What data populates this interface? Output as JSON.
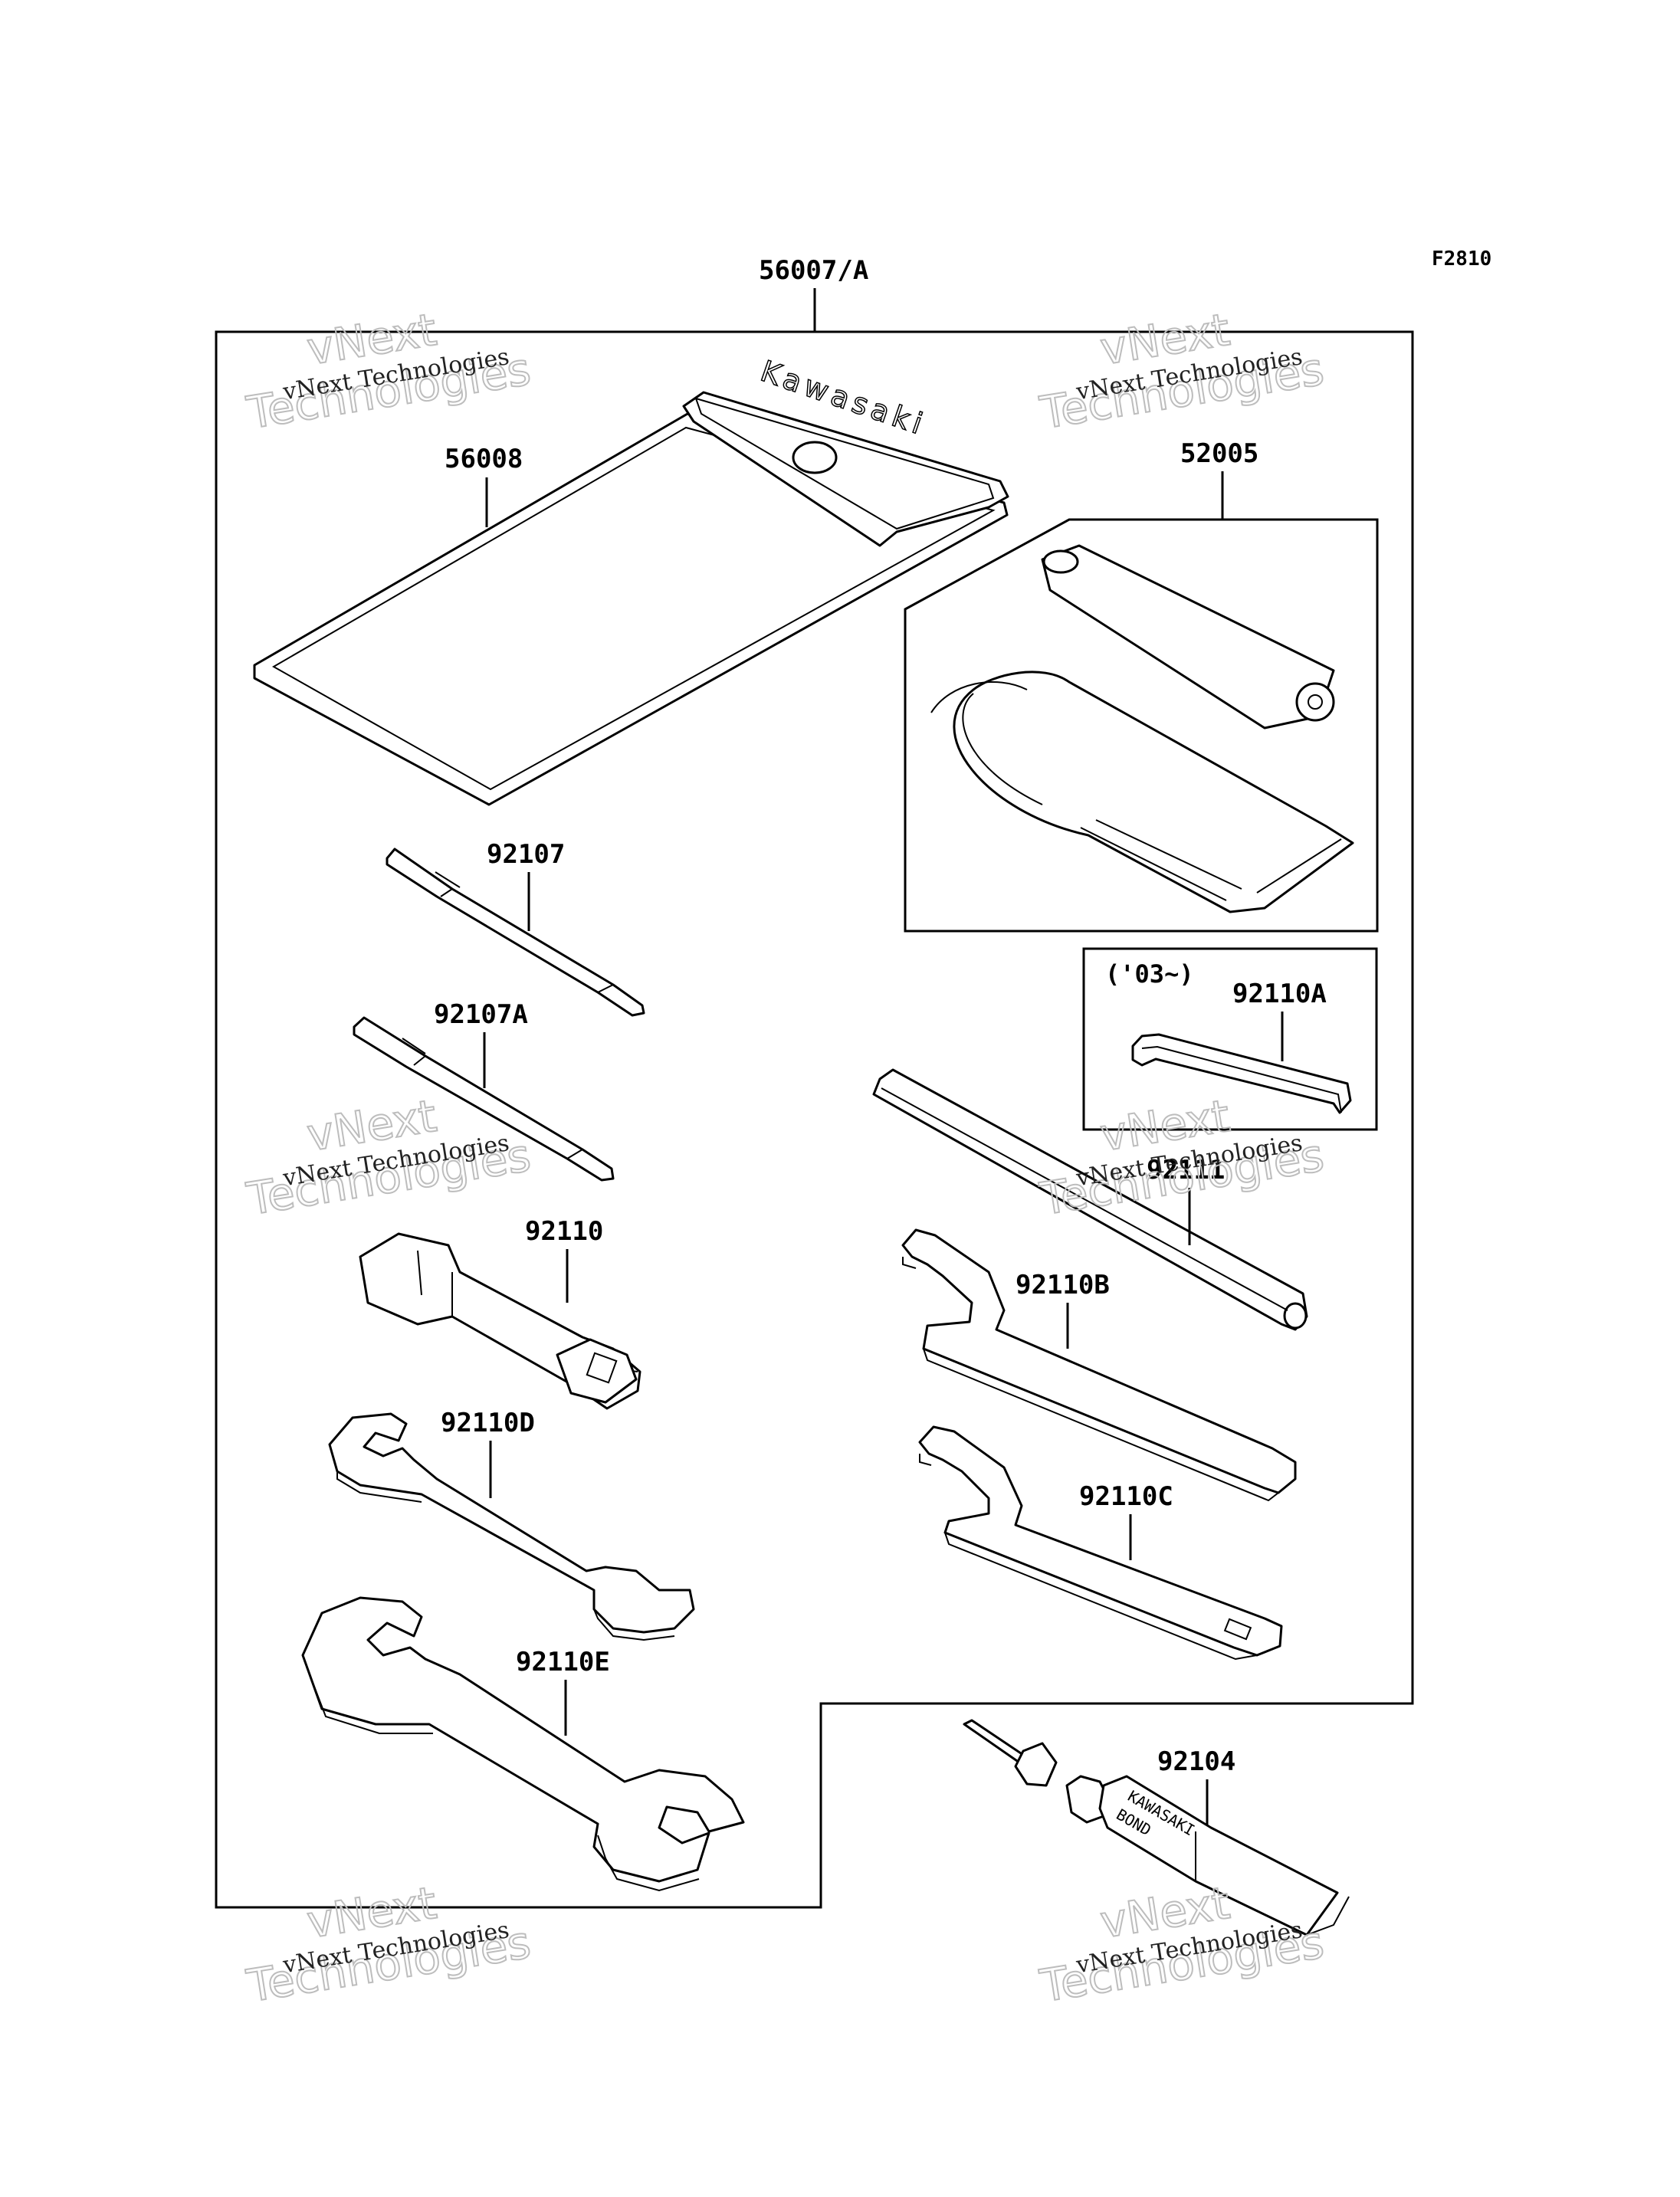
{
  "figure_code": "F2810",
  "assembly_label": "56007/A",
  "parts": [
    {
      "id": "56008",
      "name": "toolkit-bag"
    },
    {
      "id": "52005",
      "name": "tool-pouch-with-tube"
    },
    {
      "id": "92107",
      "name": "screwdriver-bit"
    },
    {
      "id": "92107A",
      "name": "screwdriver-bit"
    },
    {
      "id": "92110",
      "name": "box-wrench"
    },
    {
      "id": "92110A",
      "name": "hex-key"
    },
    {
      "id": "92111",
      "name": "handle-bar"
    },
    {
      "id": "92110B",
      "name": "hook-wrench"
    },
    {
      "id": "92110C",
      "name": "hook-wrench"
    },
    {
      "id": "92110D",
      "name": "open-end-wrench"
    },
    {
      "id": "92110E",
      "name": "open-end-wrench"
    },
    {
      "id": "92104",
      "name": "bond-tube"
    }
  ],
  "variant_note": "('03~)",
  "pouch_brand": "Kawasaki",
  "tube_text": [
    "KAWASAKI",
    "BOND"
  ],
  "watermark": {
    "line1": "vNext Technologies",
    "line2": "vNext",
    "line3": "Technologies"
  }
}
